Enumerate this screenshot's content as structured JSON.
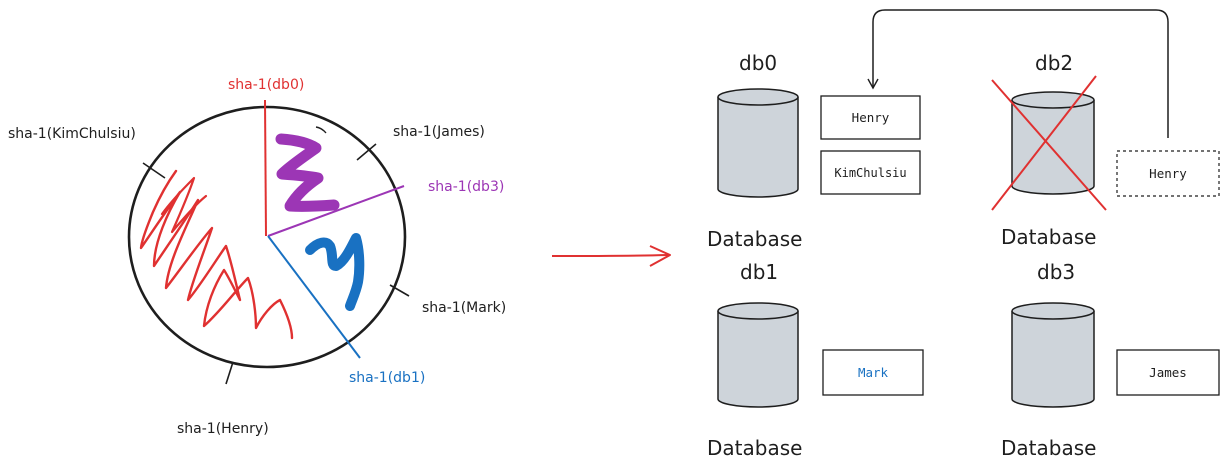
{
  "ring": {
    "labels": {
      "db0": "sha-1(db0)",
      "kim": "sha-1(KimChulsiu)",
      "james": "sha-1(James)",
      "db3": "sha-1(db3)",
      "mark": "sha-1(Mark)",
      "db1": "sha-1(db1)",
      "henry": "sha-1(Henry)"
    }
  },
  "databases": {
    "db0": {
      "title": "db0",
      "caption": "Database",
      "keys": [
        "Henry",
        "KimChulsiu"
      ]
    },
    "db1": {
      "title": "db1",
      "caption": "Database",
      "keys": [
        "Mark"
      ]
    },
    "db2": {
      "title": "db2",
      "caption": "Database",
      "keys": [
        "Henry"
      ]
    },
    "db3": {
      "title": "db3",
      "caption": "Database",
      "keys": [
        "James"
      ]
    }
  },
  "colors": {
    "red": "#e03131",
    "purple": "#9c36b5",
    "blue": "#1971c2",
    "ink": "#1e1e1e",
    "cylinder_fill": "#ced4da"
  }
}
